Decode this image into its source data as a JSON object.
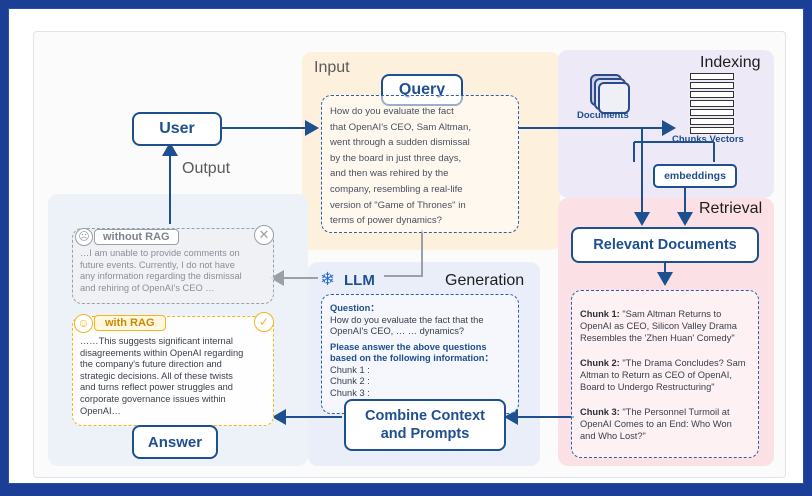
{
  "regions": {
    "input": "Input",
    "indexing": "Indexing",
    "retrieval": "Retrieval",
    "generation": "Generation",
    "output": "Output"
  },
  "boxes": {
    "user": "User",
    "query": "Query",
    "relevant_documents": "Relevant Documents",
    "combine_line1": "Combine Context",
    "combine_line2": "and Prompts",
    "answer": "Answer",
    "embeddings": "embeddings",
    "llm": "LLM"
  },
  "indexing": {
    "documents_label": "Documents",
    "chunks_label": "Chunks Vectors"
  },
  "query_text": [
    "How do you evaluate the fact",
    "that OpenAI's CEO, Sam Altman,",
    "went through a sudden dismissal",
    "by the board in just three days,",
    "and then was rehired by the",
    "company, resembling a real-life",
    "version of \"Game of Thrones\" in",
    "terms of power dynamics?"
  ],
  "without_rag": {
    "label": "without RAG",
    "text": [
      "…I am unable to provide comments on",
      "future events. Currently, I do not have",
      "any information regarding the dismissal",
      "and rehiring of OpenAI's CEO …"
    ]
  },
  "with_rag": {
    "label": "with RAG",
    "text": [
      "……This suggests significant internal",
      "disagreements within OpenAI regarding",
      "the company's future direction and",
      "strategic decisions. All of these twists",
      "and turns reflect power struggles and",
      "corporate governance issues within",
      "OpenAI…"
    ]
  },
  "prompt": {
    "question_label": "Question：",
    "question_text": [
      "How do you evaluate the fact that the",
      "OpenAI's CEO, … … dynamics?"
    ],
    "instruction": [
      "Please answer the above questions",
      "based on the following information："
    ],
    "chunks": [
      "Chunk 1 :",
      "Chunk 2 :",
      "Chunk 3 :"
    ]
  },
  "retrieved_chunks": [
    {
      "label": "Chunk 1:",
      "text": [
        " \"Sam Altman Returns to",
        "OpenAI as CEO, Silicon Valley Drama",
        "Resembles the 'Zhen Huan' Comedy\""
      ]
    },
    {
      "label": "Chunk 2:",
      "text": [
        " \"The Drama Concludes? Sam",
        "Altman to Return as CEO of OpenAI,",
        "Board to Undergo Restructuring\""
      ]
    },
    {
      "label": "Chunk 3:",
      "text": [
        " \"The Personnel Turmoil at",
        "OpenAI Comes to an End: Who Won",
        "and Who Lost?\""
      ]
    }
  ],
  "colors": {
    "background": "#1b3e97",
    "box_border": "#1e4f8f",
    "input_region": "#fdf0dc",
    "indexing_region": "#ede9f6",
    "retrieval_region": "#fbe1e6",
    "generation_region": "#e9eef8",
    "with_rag_accent": "#f2b51c",
    "without_rag_accent": "#9aa0a8"
  }
}
